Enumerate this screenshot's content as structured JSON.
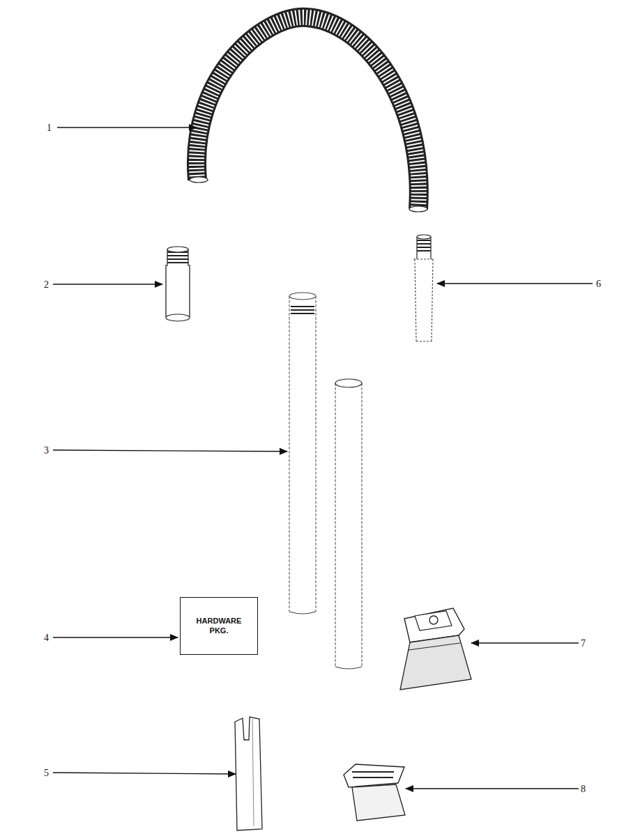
{
  "diagram": {
    "nodes": [
      {
        "text": [
          "HARDWARE PKG."
        ]
      }
    ],
    "labels": [
      "1",
      "2",
      "6",
      "3",
      "4",
      "7",
      "5",
      "8"
    ]
  }
}
